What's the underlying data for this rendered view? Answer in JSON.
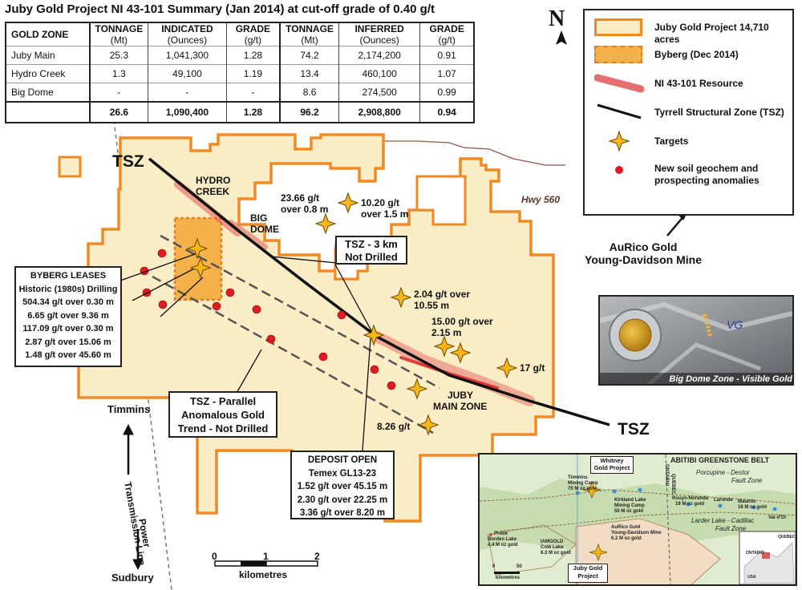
{
  "title": "Juby Gold Project NI 43-101 Summary (Jan 2014) at cut-off grade of 0.40 g/t",
  "resource_table": {
    "header": {
      "zone": "GOLD ZONE",
      "ind_tonnage": "TONNAGE",
      "ind_tonnage_unit": "(Mt)",
      "indicated": "INDICATED",
      "indicated_unit": "(Ounces)",
      "ind_grade": "GRADE",
      "ind_grade_unit": "(g/t)",
      "inf_tonnage": "TONNAGE",
      "inf_tonnage_unit": "(Mt)",
      "inferred": "INFERRED",
      "inferred_unit": "(Ounces)",
      "inf_grade": "GRADE",
      "inf_grade_unit": "(g/t)"
    },
    "rows": [
      [
        "Juby Main",
        "25.3",
        "1,041,300",
        "1.28",
        "74.2",
        "2,174,200",
        "0.91"
      ],
      [
        "Hydro Creek",
        "1.3",
        "49,100",
        "1.19",
        "13.4",
        "460,100",
        "1.07"
      ],
      [
        "Big Dome",
        "-",
        "-",
        "-",
        "8.6",
        "274,500",
        "0.99"
      ]
    ],
    "total": [
      "",
      "26.6",
      "1,090,400",
      "1.28",
      "96.2",
      "2,908,800",
      "0.94"
    ]
  },
  "north": "N",
  "legend": {
    "items": [
      {
        "label": "Juby Gold Project 14,710 acres",
        "color": "#fbedc6",
        "stroke": "#f08a24"
      },
      {
        "label": "Byberg (Dec 2014)",
        "color": "#f5b24a",
        "stroke": "#e67e1f"
      },
      {
        "label": "NI 43-101 Resource",
        "color": "#e04a4a"
      },
      {
        "label": "Tyrrell Structural Zone (TSZ)",
        "color": "#111111"
      },
      {
        "label": "Targets",
        "color": "#f6b51b"
      },
      {
        "label": "New soil geochem and prospecting anomalies",
        "color": "#e01b24"
      }
    ]
  },
  "labels": {
    "tsz_west": "TSZ",
    "tsz_east": "TSZ",
    "hydro_creek": [
      "HYDRO",
      "CREEK"
    ],
    "big_dome": [
      "BIG",
      "DOME"
    ],
    "juby_main": [
      "JUBY",
      "MAIN ZONE"
    ],
    "hwy": "Hwy 560",
    "aurico": [
      "AuRico Gold",
      "Young-Davidson Mine"
    ],
    "timmins": "Timmins",
    "sudbury": "Sudbury",
    "power_line": [
      "Power",
      "Transmission Line"
    ],
    "scale": {
      "ticks": [
        "0",
        "1",
        "2"
      ],
      "unit": "kilometres"
    }
  },
  "grades": {
    "g1": [
      "23.66 g/t",
      "over 0.8 m"
    ],
    "g2": [
      "10.20 g/t",
      "over 1.5 m"
    ],
    "g3": [
      "2.04 g/t over",
      "10.55 m"
    ],
    "g4": [
      "15.00 g/t over",
      "2.15 m"
    ],
    "g5": "17 g/t",
    "g6": "8.26 g/t"
  },
  "boxes": {
    "tsz3km": [
      "TSZ - 3 km",
      "Not Drilled"
    ],
    "byberg": {
      "title": "BYBERG LEASES",
      "lines": [
        "Historic (1980s) Drilling",
        "504.34 g/t over 0.30 m",
        "6.65 g/t over 9.36 m",
        "117.09 g/t over 0.30 m",
        "2.87 g/t over 15.06 m",
        "1.48 g/t over 45.60 m"
      ]
    },
    "parallel": [
      "TSZ - Parallel",
      "Anomalous Gold",
      "Trend - Not Drilled"
    ],
    "deposit": {
      "title": "DEPOSIT OPEN",
      "lines": [
        "Temex GL13-23",
        "1.52 g/t over 45.15 m",
        "2.30 g/t over 22.25 m",
        "3.36 g/t over 8.20 m"
      ]
    }
  },
  "photo_caption": "Big Dome Zone - Visible Gold",
  "inset": {
    "belt": "ABITIBI GREENSTONE BELT",
    "whitney": [
      "Whitney",
      "Gold Project"
    ],
    "timmins_camp": [
      "Timmins",
      "Mining Camp",
      "70 M oz gold"
    ],
    "kirkland": [
      "Kirkland Lake",
      "Mining Camp",
      "50 M oz gold"
    ],
    "rouyn": [
      "Rouyn-Noranda",
      "19 M oz gold"
    ],
    "laronde": "Laronde",
    "malartic": [
      "Malartic",
      "16 M oz gold"
    ],
    "valdor": "Val d'Or",
    "porcupine": [
      "Porcupine - Destor",
      "Fault Zone"
    ],
    "larder": [
      "Larder Lake - Cadillac",
      "Fault Zone"
    ],
    "probe": [
      "Probe",
      "Borden Lake",
      "4.4 M oz gold"
    ],
    "iamgold": [
      "IAMGOLD",
      "Coté Lake",
      "8.3 M oz gold"
    ],
    "aurico_in": [
      "AuRico Gold",
      "Young-Davidson Mine",
      "6.2 M oz gold"
    ],
    "juby_in": [
      "Juby Gold",
      "Project"
    ],
    "ontario": "ONTARIO",
    "quebec": "QUEBEC",
    "scale": {
      "ticks": [
        "0",
        "50"
      ],
      "unit": "kilometres"
    },
    "mini": {
      "quebec": "QUEBEC",
      "ontario": "ONTARIO",
      "usa": "USA"
    }
  }
}
